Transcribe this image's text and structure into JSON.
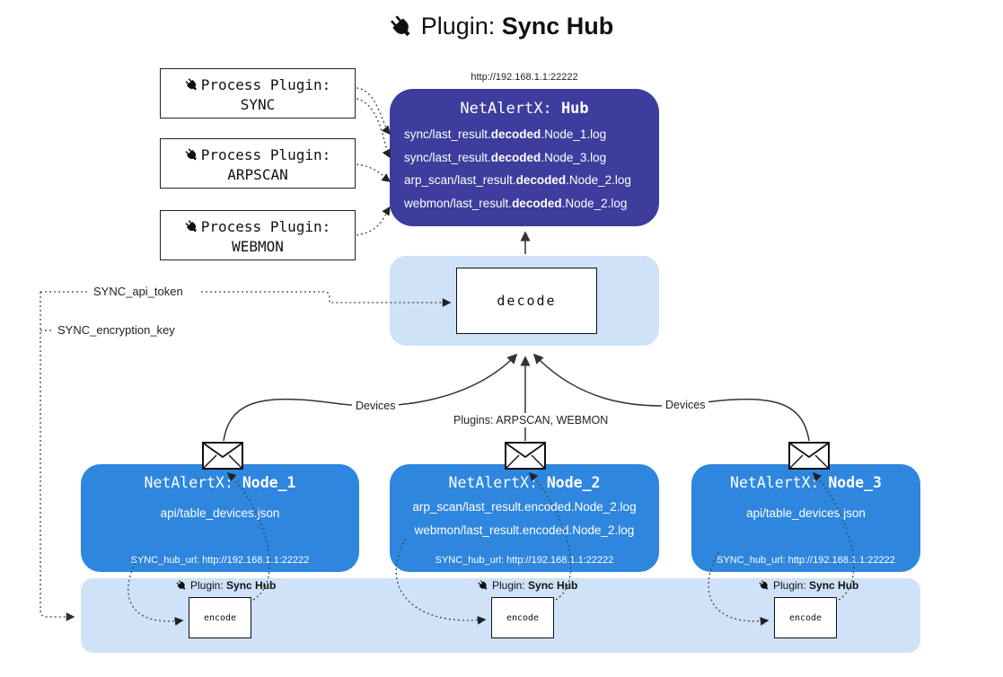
{
  "title": {
    "prefix": "Plugin: ",
    "bold": "Sync Hub"
  },
  "process_plugins": [
    {
      "label": "Process Plugin:",
      "name": "SYNC"
    },
    {
      "label": "Process Plugin:",
      "name": "ARPSCAN"
    },
    {
      "label": "Process Plugin:",
      "name": "WEBMON"
    }
  ],
  "hub": {
    "url": "http://192.168.1.1:22222",
    "title": {
      "prefix": "NetAlertX: ",
      "bold": "Hub"
    },
    "lines": [
      {
        "pre": "sync/last_result.",
        "bold": "decoded",
        "post": ".Node_1.log"
      },
      {
        "pre": "sync/last_result.",
        "bold": "decoded",
        "post": ".Node_3.log"
      },
      {
        "pre": "arp_scan/last_result.",
        "bold": "decoded",
        "post": ".Node_2.log"
      },
      {
        "pre": "webmon/last_result.",
        "bold": "decoded",
        "post": ".Node_2.log"
      }
    ]
  },
  "decode": {
    "label": "decode"
  },
  "encode": {
    "label": "encode"
  },
  "config": {
    "api_token": "SYNC_api_token",
    "encryption_key": "SYNC_encryption_key"
  },
  "edges": {
    "left": "Devices",
    "center": "Plugins: ARPSCAN, WEBMON",
    "right": "Devices"
  },
  "nodes": [
    {
      "title": {
        "prefix": "NetAlertX: ",
        "bold": "Node_1"
      },
      "lines": [
        "api/table_devices.json"
      ],
      "hub_url": "SYNC_hub_url: http://192.168.1.1:22222"
    },
    {
      "title": {
        "prefix": "NetAlertX: ",
        "bold": "Node_2"
      },
      "lines": [
        "arp_scan/last_result.encoded.Node_2.log",
        "webmon/last_result.encoded.Node_2.log"
      ],
      "hub_url": "SYNC_hub_url: http://192.168.1.1:22222"
    },
    {
      "title": {
        "prefix": "NetAlertX: ",
        "bold": "Node_3"
      },
      "lines": [
        "api/table_devices.json"
      ],
      "hub_url": "SYNC_hub_url: http://192.168.1.1:22222"
    }
  ],
  "band_plugin_label": {
    "prefix": "Plugin: ",
    "bold": "Sync Hub"
  },
  "colors": {
    "hub_bg": "#3d3d9e",
    "node_bg": "#2e86de",
    "panel_bg": "#cfe2f7",
    "line": "#333333"
  }
}
